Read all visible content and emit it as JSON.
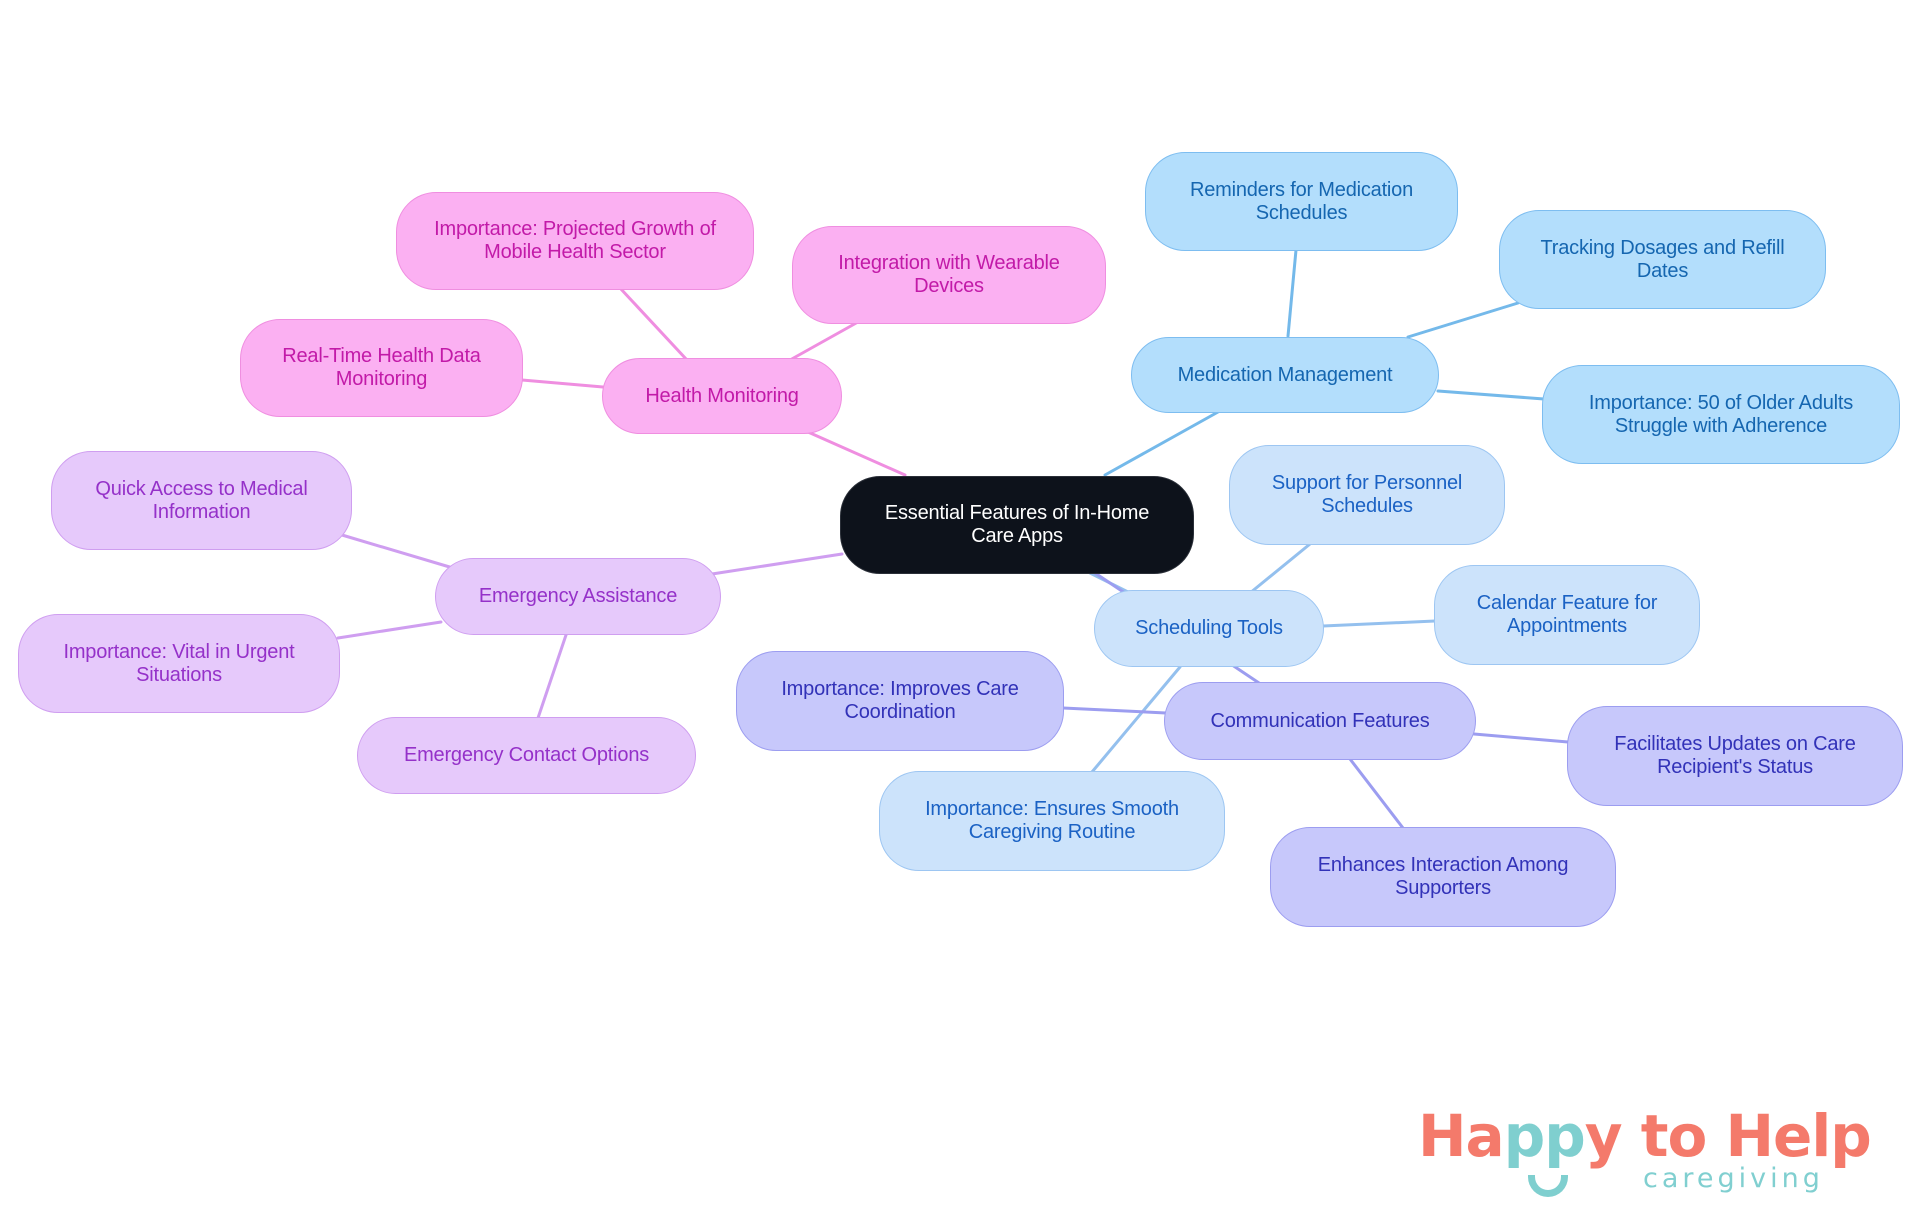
{
  "diagram": {
    "type": "mind-map",
    "root": {
      "label": "Essential Features of In-Home Care Apps"
    },
    "branches": [
      {
        "label": "Health Monitoring",
        "color": "#fbb0f2",
        "children": [
          "Importance: Projected Growth of Mobile Health Sector",
          "Integration with Wearable Devices",
          "Real-Time Health Data Monitoring"
        ]
      },
      {
        "label": "Medication Management",
        "color": "#b3defc",
        "children": [
          "Reminders for Medication Schedules",
          "Tracking Dosages and Refill Dates",
          "Importance: 50 of Older Adults Struggle with Adherence"
        ]
      },
      {
        "label": "Emergency Assistance",
        "color": "#e6c9fb",
        "children": [
          "Quick Access to Medical Information",
          "Importance: Vital in Urgent Situations",
          "Emergency Contact Options"
        ]
      },
      {
        "label": "Scheduling Tools",
        "color": "#cce3fb",
        "children": [
          "Support for Personnel Schedules",
          "Calendar Feature for Appointments",
          "Importance: Ensures Smooth Caregiving Routine"
        ]
      },
      {
        "label": "Communication Features",
        "color": "#c7c8fb",
        "children": [
          "Importance: Improves Care Coordination",
          "Facilitates Updates on Care Recipient's Status",
          "Enhances Interaction Among Supporters"
        ]
      }
    ]
  },
  "nodes": {
    "root": "Essential Features of In-Home Care Apps",
    "health": "Health Monitoring",
    "health_growth": "Importance: Projected Growth of Mobile Health Sector",
    "health_wearable": "Integration with Wearable Devices",
    "health_realtime": "Real-Time Health Data Monitoring",
    "med": "Medication Management",
    "med_reminders": "Reminders for Medication Schedules",
    "med_tracking": "Tracking Dosages and Refill Dates",
    "med_importance": "Importance: 50 of Older Adults Struggle with Adherence",
    "emerg": "Emergency Assistance",
    "emerg_quick": "Quick Access to Medical Information",
    "emerg_vital": "Importance: Vital in Urgent Situations",
    "emerg_contact": "Emergency Contact Options",
    "sched": "Scheduling Tools",
    "sched_support": "Support for Personnel Schedules",
    "sched_calendar": "Calendar Feature for Appointments",
    "sched_importance": "Importance: Ensures Smooth Caregiving Routine",
    "comm": "Communication Features",
    "comm_importance": "Importance: Improves Care Coordination",
    "comm_updates": "Facilitates Updates on Care Recipient's Status",
    "comm_interaction": "Enhances Interaction Among Supporters"
  },
  "logo": {
    "part1": "Ha",
    "part2": "pp",
    "part3": "y to Help",
    "tagline": "caregiving",
    "primary_color": "#f47a6b",
    "accent_color": "#7fcfcf"
  }
}
